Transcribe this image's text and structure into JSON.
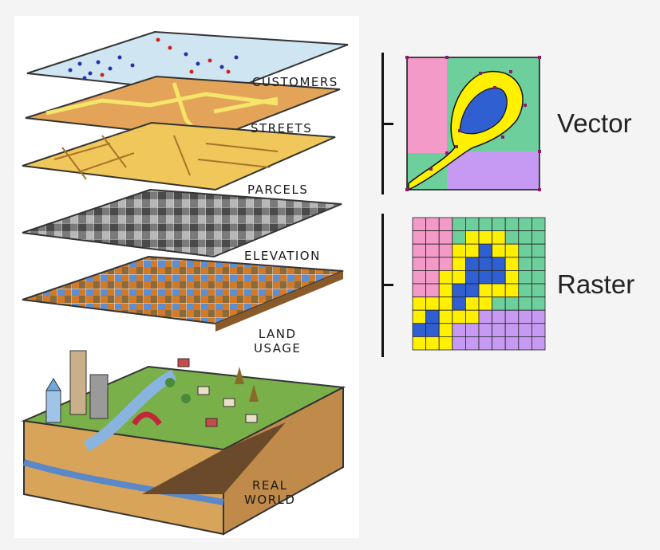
{
  "layers": [
    {
      "label": "CUSTOMERS"
    },
    {
      "label": "STREETS"
    },
    {
      "label": "PARCELS"
    },
    {
      "label": "ELEVATION"
    },
    {
      "label": "LAND USAGE",
      "lines": [
        "LAND",
        "USAGE"
      ]
    },
    {
      "label": "REAL WORLD",
      "lines": [
        "REAL",
        "WORLD"
      ]
    }
  ],
  "models": {
    "vector": {
      "label": "Vector"
    },
    "raster": {
      "label": "Raster"
    }
  },
  "colors": {
    "pink": "#f39ac9",
    "green": "#6dcf9c",
    "purple": "#c69af2",
    "yellow": "#ffef00",
    "blue": "#2f5fd0",
    "vertex": "#8a1a6a",
    "customers_layer": "#cfe6f2",
    "streets_layer": "#e3a45a",
    "parcels_layer": "#f0c75a"
  },
  "raster_grid": {
    "rows": [
      "PPPGGGGGGG",
      "PPPGYYYGGG",
      "PPPYYBYYGG",
      "PPPYBBBYGG",
      "PPYYBBBYGG",
      "PPYBBYYYGG",
      "YYYBYYGGGG",
      "YBYYYUUUUU",
      "BBYUUUUUUU",
      "YYYUUUUUUU"
    ]
  }
}
